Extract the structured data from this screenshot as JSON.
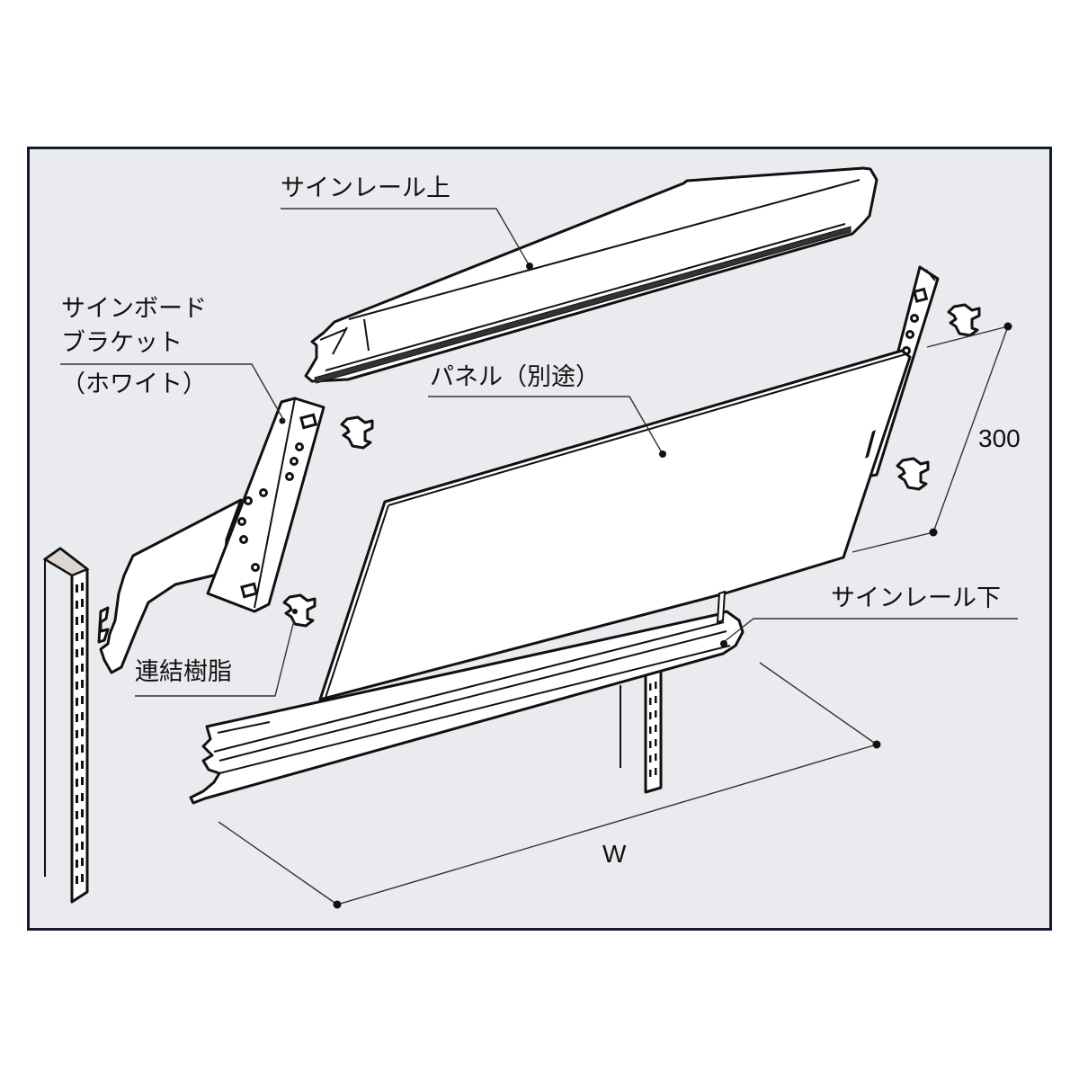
{
  "diagram": {
    "type": "exploded-assembly",
    "frame_color": "#151a33",
    "background_color": "#eaebee",
    "parts": {
      "sign_rail_top": {
        "label": "サインレール上"
      },
      "signboard_bracket": {
        "label_line1": "サインボード",
        "label_line2": "ブラケット",
        "label_line3": "（ホワイト）"
      },
      "panel": {
        "label": "パネル（別途）"
      },
      "connector_resin": {
        "label": "連結樹脂"
      },
      "sign_rail_bottom": {
        "label": "サインレール下"
      }
    },
    "dimensions": {
      "height": "300",
      "width": "W"
    }
  }
}
